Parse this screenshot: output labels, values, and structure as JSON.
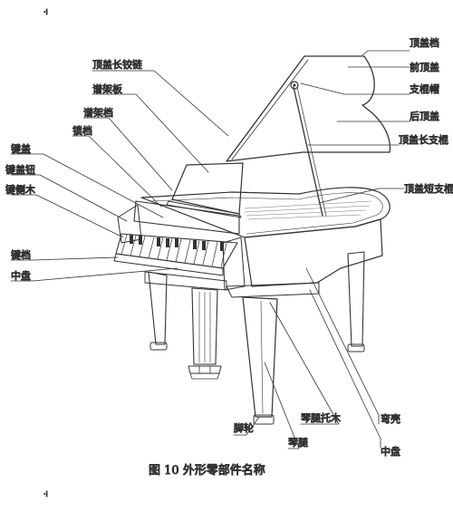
{
  "labels": {
    "top_lid_stop": "顶盖档",
    "front_top_lid": "前顶盖",
    "stand_cap": "支棍帽",
    "rear_top_lid": "后顶盖",
    "top_lid_long_stick": "顶盖长支棍",
    "top_lid_short_stick": "顶盖短支棍",
    "top_lid_hinge": "顶盖长铰链",
    "music_desk": "谱架板",
    "music_stand_bar": "谱架档",
    "lock_stop": "锁档",
    "key_lid": "键盖",
    "key_lid_knob": "键盖钮",
    "key_side_block": "键侧木",
    "key_slip": "键档",
    "key_bed": "中盘",
    "caster": "脚轮",
    "leg": "琴腿",
    "leg_support": "琴腿托木",
    "case": "弯壳",
    "bottom_board": "中盘"
  },
  "caption": "图 10  外形零部件名称",
  "corner_marks": {
    "top_left": "·i",
    "bottom_left": "·i"
  },
  "colors": {
    "line": "#333333",
    "text": "#222222",
    "background": "#ffffff"
  }
}
